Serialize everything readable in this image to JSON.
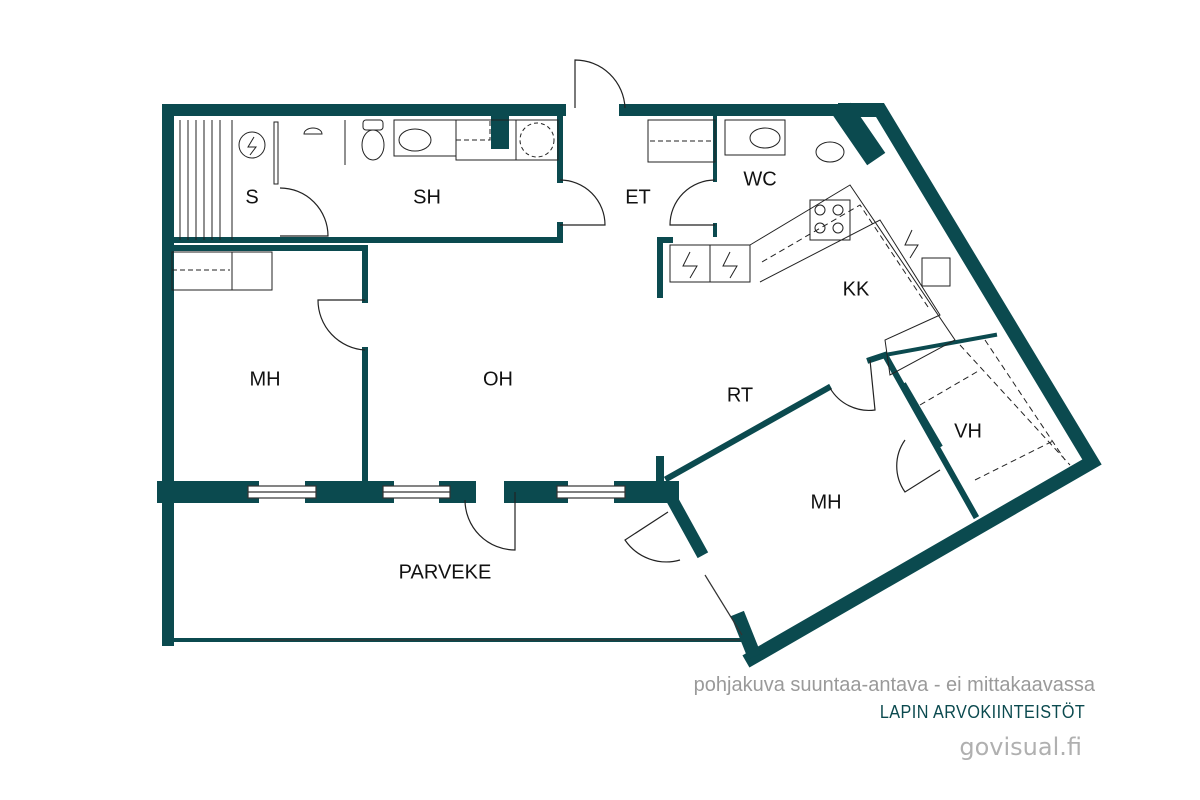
{
  "rooms": {
    "s": "S",
    "sh": "SH",
    "et": "ET",
    "wc": "WC",
    "kk": "KK",
    "mh_left": "MH",
    "oh": "OH",
    "rt": "RT",
    "vh": "VH",
    "mh_right": "MH",
    "parveke": "PARVEKE"
  },
  "footer": {
    "disclaimer": "pohjakuva suuntaa-antava - ei mittakaavassa",
    "brand": "LAPIN ARVOKIINTEISTÖT",
    "website": "govisual.fi"
  },
  "colors": {
    "wall": "#0b4a4f",
    "fixture": "#222222"
  }
}
